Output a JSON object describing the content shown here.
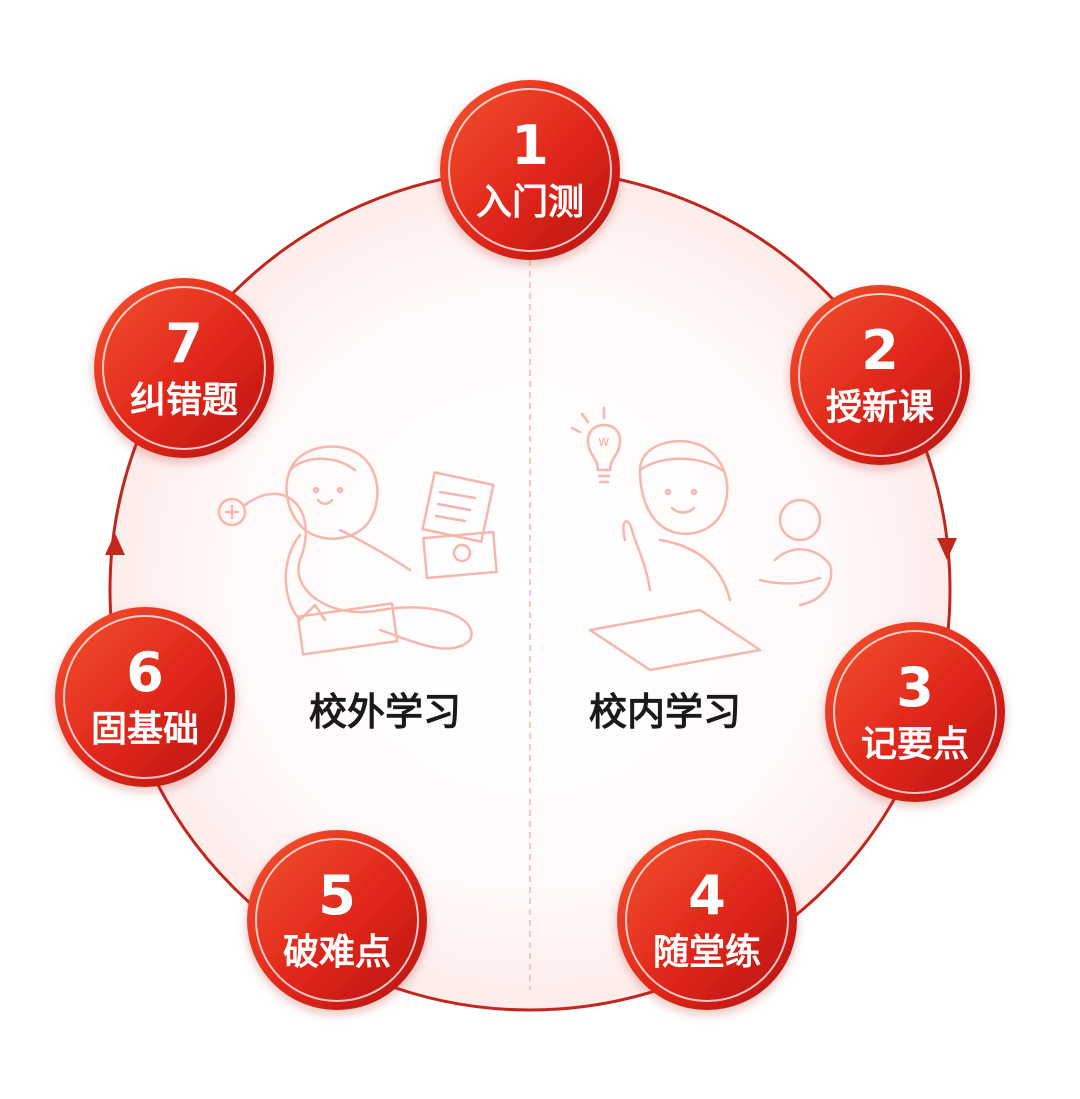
{
  "steps": [
    {
      "number": "1",
      "label": "入门测"
    },
    {
      "number": "2",
      "label": "授新课"
    },
    {
      "number": "3",
      "label": "记要点"
    },
    {
      "number": "4",
      "label": "随堂练"
    },
    {
      "number": "5",
      "label": "破难点"
    },
    {
      "number": "6",
      "label": "固基础"
    },
    {
      "number": "7",
      "label": "纠错题"
    }
  ],
  "regions": {
    "left_label": "校外学习",
    "right_label": "校内学习"
  },
  "colors": {
    "accent_dark": "#c41a12",
    "accent_mid": "#e0261b",
    "accent_light": "#f0492b",
    "ring": "#c1271c",
    "fill_soft": "#fdecea",
    "divider": "#f2c8c2",
    "illustration": "#f5b7ad"
  },
  "icons": {
    "left_illustration": "student-studying-with-tablet-illustration",
    "right_illustration": "students-in-classroom-with-lightbulb-illustration",
    "flow_arrows": "arrow-icon"
  }
}
